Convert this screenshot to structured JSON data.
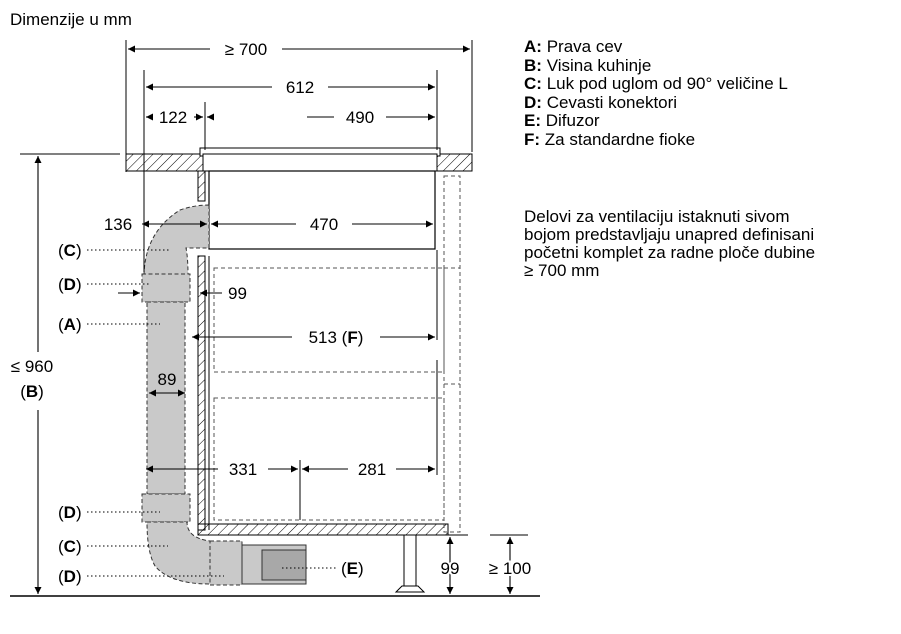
{
  "title": "Dimenzije u mm",
  "legend": [
    {
      "key": "A:",
      "text": "Prava cev"
    },
    {
      "key": "B:",
      "text": "Visina kuhinje"
    },
    {
      "key": "C:",
      "text": "Luk pod uglom od 90° veličine L"
    },
    {
      "key": "D:",
      "text": "Cevasti konektori"
    },
    {
      "key": "E:",
      "text": "Difuzor"
    },
    {
      "key": "F:",
      "text": "Za standardne fioke"
    }
  ],
  "note": {
    "line1": "Delovi za ventilaciju istaknuti sivom",
    "line2": "bojom predstavljaju unapred definisani",
    "line3": "početni komplet za radne ploče dubine",
    "line4": "≥ 700 mm"
  },
  "dims": {
    "d700": "≥ 700",
    "d612": "612",
    "d122": "122",
    "d490": "490",
    "d136": "136",
    "d470": "470",
    "d99a": "99",
    "d513": "513 (",
    "d513f": "F",
    "d513c": ")",
    "d89": "89",
    "d331": "331",
    "d281": "281",
    "d99b": "99",
    "d100": "≥ 100",
    "d960": "≤ 960",
    "bOpen": "(",
    "bKey": "B",
    "bClose": ")"
  },
  "labels": {
    "c1": {
      "open": "(",
      "key": "C",
      "close": ")"
    },
    "d1": {
      "open": "(",
      "key": "D",
      "close": ")"
    },
    "a1": {
      "open": "(",
      "key": "A",
      "close": ")"
    },
    "d2": {
      "open": "(",
      "key": "D",
      "close": ")"
    },
    "c2": {
      "open": "(",
      "key": "C",
      "close": ")"
    },
    "d3": {
      "open": "(",
      "key": "D",
      "close": ")"
    },
    "e1": {
      "open": "(",
      "key": "E",
      "close": ")"
    }
  }
}
